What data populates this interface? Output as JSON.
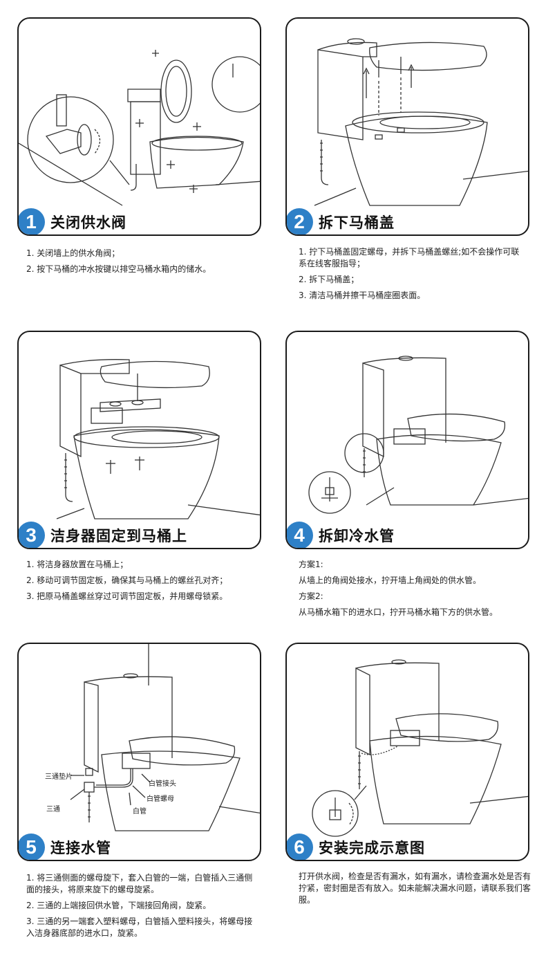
{
  "steps": [
    {
      "number": "1",
      "title": "关闭供水阀",
      "lines": [
        "1. 关闭墙上的供水角阀；",
        "2. 按下马桶的冲水按键以排空马桶水箱内的储水。"
      ]
    },
    {
      "number": "2",
      "title": "拆下马桶盖",
      "lines": [
        "1. 拧下马桶盖固定螺母，并拆下马桶盖螺丝;如不会操作可联系在线客服指导；",
        "2. 拆下马桶盖；",
        "3. 清洁马桶并擦干马桶座圈表面。"
      ]
    },
    {
      "number": "3",
      "title": "洁身器固定到马桶上",
      "lines": [
        "1. 将洁身器放置在马桶上；",
        "2. 移动可调节固定板，确保其与马桶上的螺丝孔对齐；",
        "3. 把原马桶盖螺丝穿过可调节固定板，并用螺母锁紧。"
      ]
    },
    {
      "number": "4",
      "title": "拆卸冷水管",
      "lines": [
        "方案1:",
        "从墙上的角阀处接水，拧开墙上角阀处的供水管。",
        "方案2:",
        "从马桶水箱下的进水口，拧开马桶水箱下方的供水管。"
      ]
    },
    {
      "number": "5",
      "title": "连接水管",
      "lines": [
        "1. 将三通侧面的螺母旋下，套入白管的一端，白管插入三通侧面的接头，将原来旋下的螺母旋紧。",
        "2. 三通的上端接回供水管，下端接回角阀，旋紧。",
        "3. 三通的另一端套入塑料螺母，白管插入塑料接头，将螺母接入洁身器底部的进水口，旋紧。"
      ],
      "labels": {
        "tee_gasket": "三通垫片",
        "tee": "三通",
        "white_pipe_joint": "白管接头",
        "white_pipe_nut": "白管螺母",
        "white_pipe": "白管"
      }
    },
    {
      "number": "6",
      "title": "安装完成示意图",
      "lines": [
        "打开供水阀，检查是否有漏水，如有漏水，请检查漏水处是否有拧紧，密封圈是否有放入。如未能解决漏水问题，请联系我们客服。"
      ]
    }
  ],
  "colors": {
    "badge": "#2e80c7",
    "border": "#1a1a1a"
  }
}
